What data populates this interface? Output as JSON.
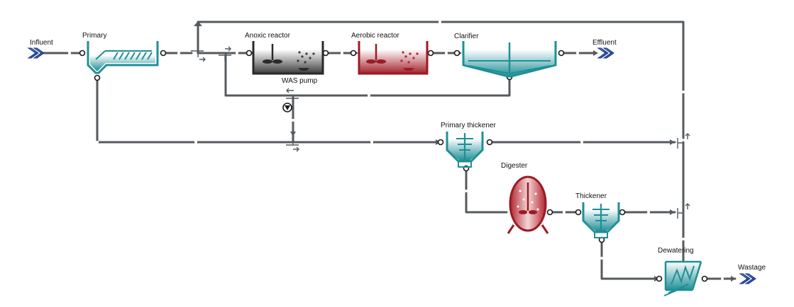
{
  "labels": {
    "influent": "Influent",
    "primary": "Primary",
    "anoxic_reactor": "Anoxic reactor",
    "aerobic_reactor": "Aerobic reactor",
    "clarifier": "Clarifier",
    "effluent": "Effluent",
    "was_pump": "WAS pump",
    "primary_thickener": "Primary thickener",
    "digester": "Digester",
    "thickener": "Thickener",
    "dewatering": "Dewatering",
    "wastage": "Wastage"
  },
  "colors": {
    "pipe": "#555a5e",
    "teal": "#1f8f96",
    "teal_light": "#8fd0d4",
    "red": "#9c1b24",
    "red_light": "#e8a3a8",
    "grey_dark": "#3a3a3a",
    "grey_light": "#dcdcdc",
    "navy": "#1b3f8f"
  },
  "icons": {
    "influent": "chevron-arrows-icon",
    "effluent": "chevron-arrows-icon",
    "wastage": "chevron-arrows-icon",
    "was_pump": "pump-icon"
  }
}
